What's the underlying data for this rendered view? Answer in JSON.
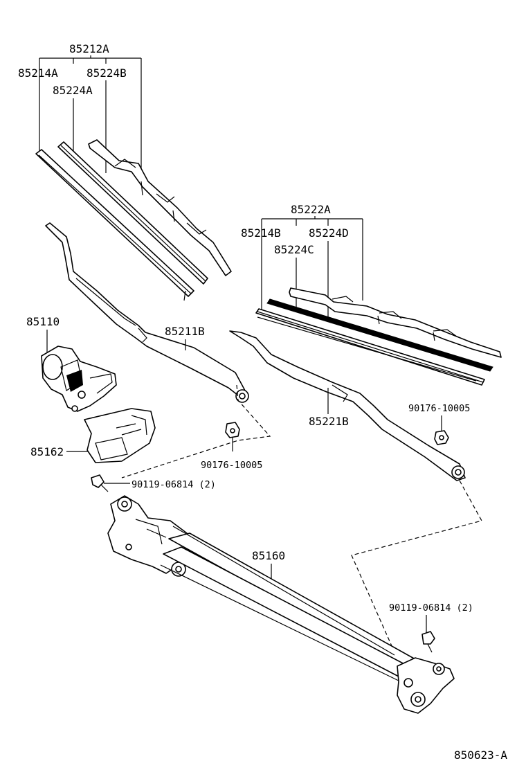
{
  "labels": {
    "wiper_blade_assembly_driver": "85212A",
    "blade_rubber_driver": "85214A",
    "blade_backing_driver_b": "85224B",
    "blade_backing_driver_a": "85224A",
    "wiper_blade_assembly_passenger": "85222A",
    "blade_rubber_passenger": "85214B",
    "blade_backing_passenger_d": "85224D",
    "blade_backing_passenger_c": "85224C",
    "wiper_motor": "85110",
    "wiper_arm_driver": "85211B",
    "wiper_arm_passenger": "85221B",
    "motor_cover": "85162",
    "arm_nut_passenger": "90176-10005",
    "arm_nut_driver": "90176-10005",
    "bolt_motor": "90119-06814 (2)",
    "link_assembly": "85160",
    "bolt_link": "90119-06814 (2)"
  },
  "diagram_code": "850623-A"
}
